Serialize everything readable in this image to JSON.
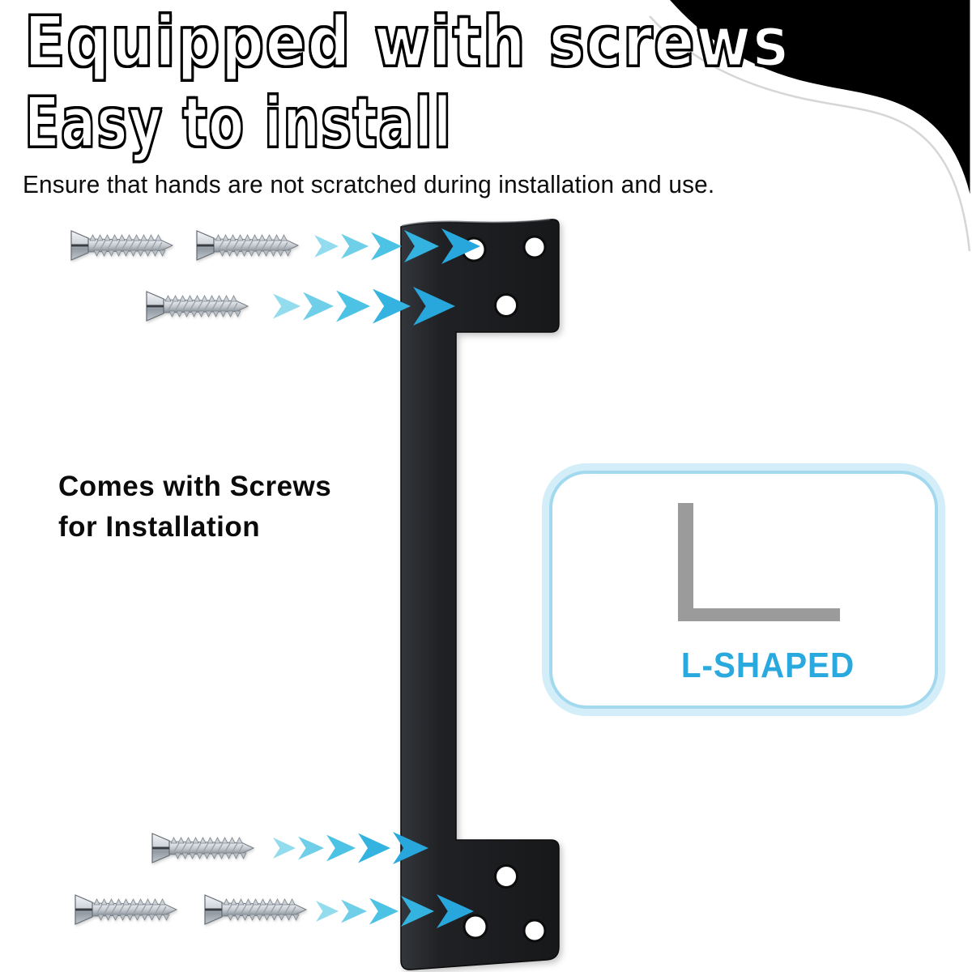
{
  "header": {
    "title_line1": "Equipped with screws",
    "title_line2": "Easy to install",
    "subtitle": "Ensure that hands are not scratched during installation and use."
  },
  "annotation": {
    "line1": "Comes with Screws",
    "line2": "for Installation"
  },
  "shape_card": {
    "label": "L-SHAPED"
  },
  "colors": {
    "accent_blue": "#2aa9de",
    "card_border": "#a2d9ef",
    "card_glow": "#d3eef8",
    "l_glyph_gray": "#9b9b9b",
    "bracket_dark": "#1b1c1e",
    "corner_black": "#000000",
    "screw_silver": "#c7ccd2",
    "arrow_gradient": [
      "#93dcee",
      "#6fcfe9",
      "#4cc2e5",
      "#35b3e0",
      "#28a7dc"
    ]
  },
  "icons": {
    "corner": "corner-accent-shape",
    "bracket": "l-shaped-door-bracket",
    "holes": "screw-hole",
    "screw": "flat-head-screw-icon",
    "arrow": "chevron-arrow-icon",
    "l_glyph": "l-shape-icon"
  }
}
